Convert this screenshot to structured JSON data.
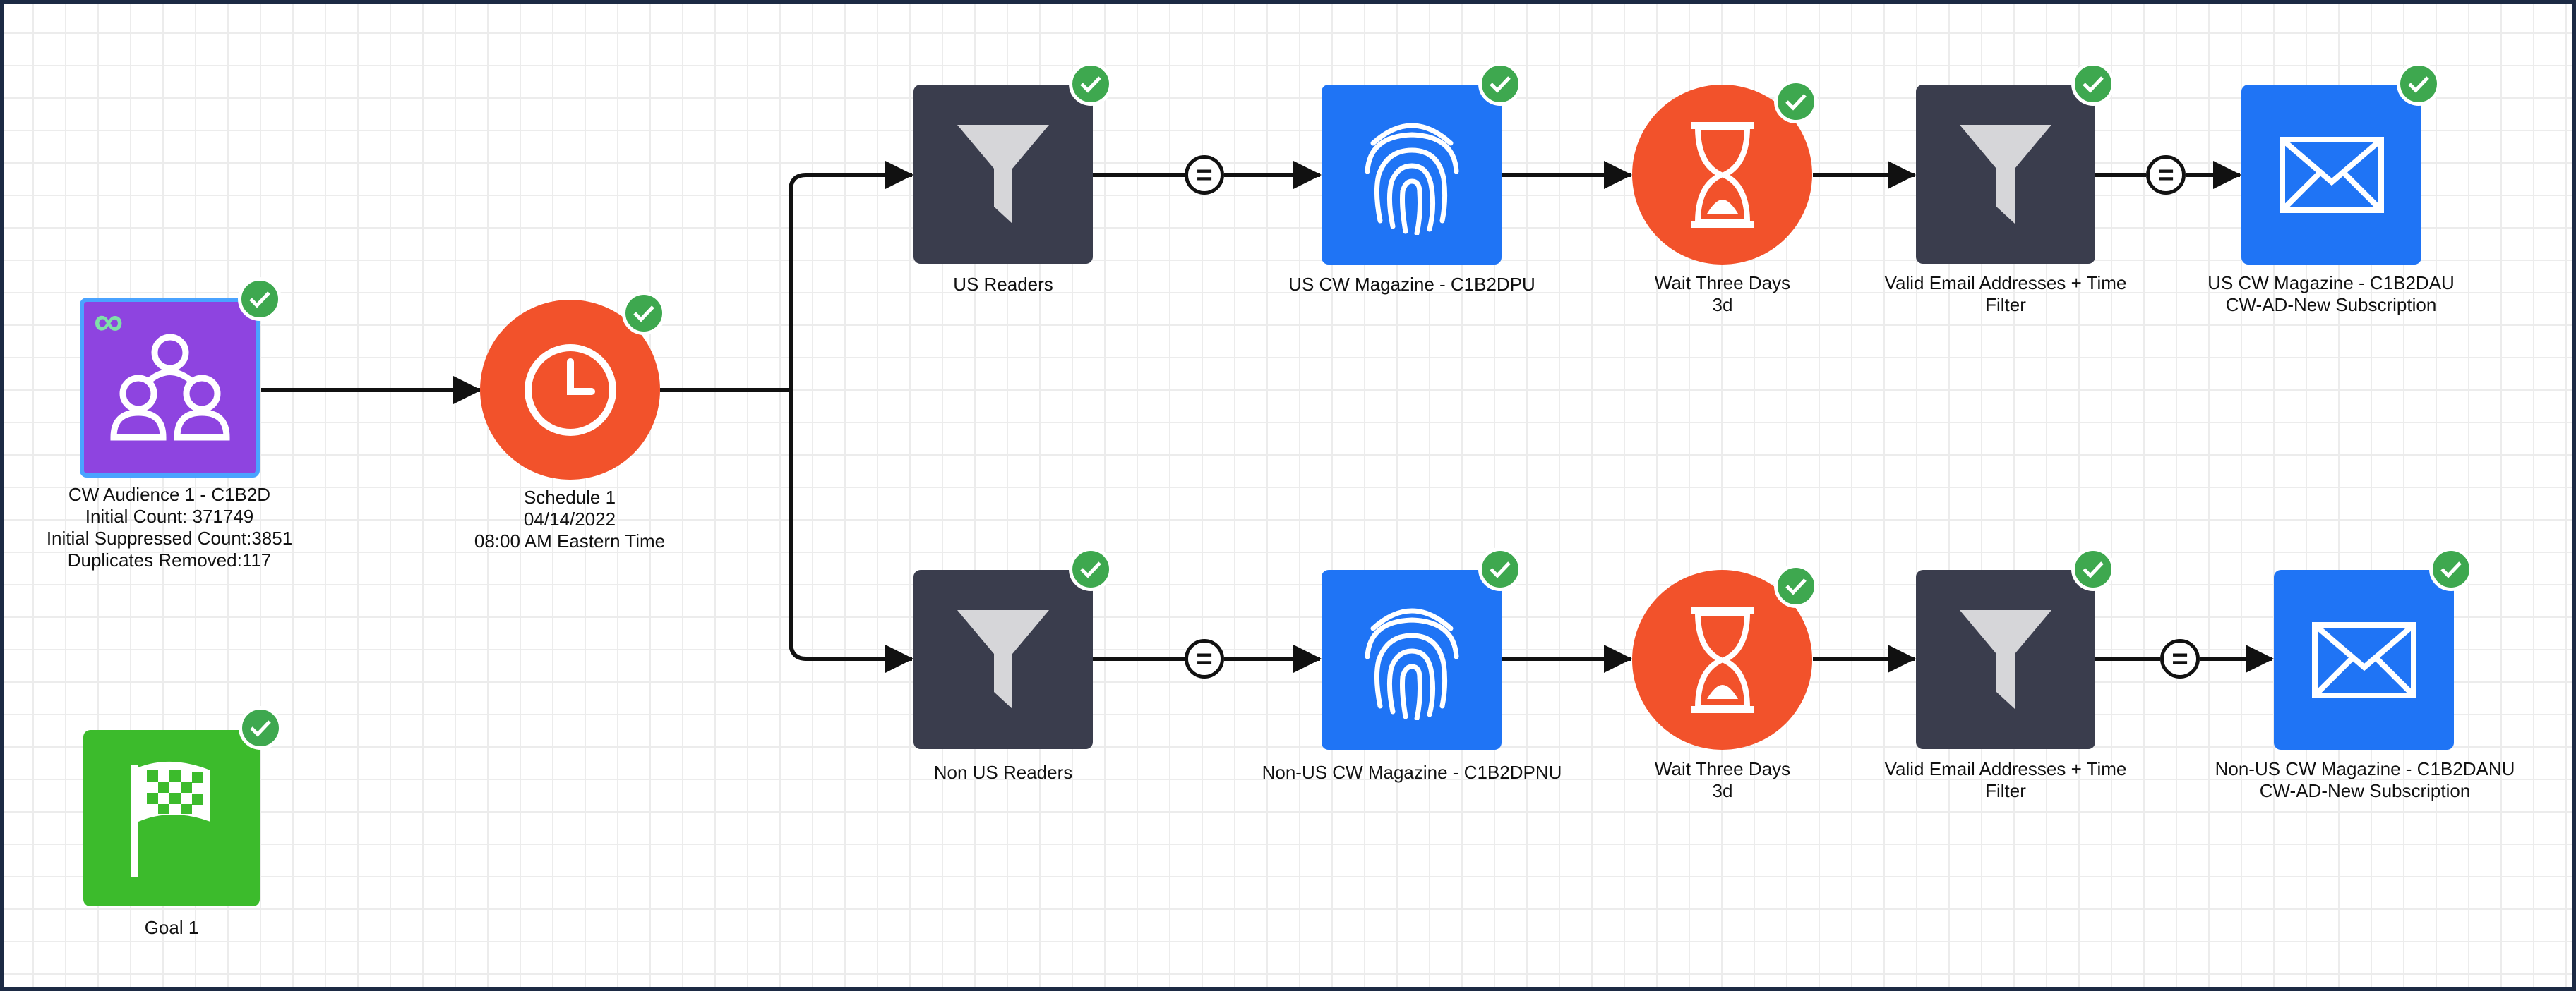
{
  "colors": {
    "filter": "#3a3d4d",
    "match": "#1f74f5",
    "wait": "#f2522b",
    "email": "#1f74f5",
    "audience": "#8e44e0",
    "audience_border": "#4aa3ff",
    "schedule": "#f2522b",
    "goal": "#3cbb2c",
    "check": "#3ea84f",
    "wire": "#111111"
  },
  "nodes": {
    "audience": {
      "icon": "audience-group-icon",
      "badge": "∞",
      "lines": [
        "CW Audience 1 - C1B2D",
        "Initial Count: 371749",
        "Initial Suppressed Count:3851",
        "Duplicates Removed:117"
      ]
    },
    "schedule": {
      "icon": "clock-icon",
      "lines": [
        "Schedule 1",
        "04/14/2022",
        "08:00 AM Eastern Time"
      ]
    },
    "goal": {
      "icon": "checkered-flag-icon",
      "lines": [
        "Goal 1"
      ]
    },
    "top": {
      "filter": {
        "icon": "funnel-icon",
        "lines": [
          "US Readers"
        ]
      },
      "match": {
        "icon": "fingerprint-icon",
        "lines": [
          "US CW Magazine - C1B2DPU"
        ]
      },
      "wait": {
        "icon": "hourglass-icon",
        "lines": [
          "Wait Three Days",
          "3d"
        ]
      },
      "filter2": {
        "icon": "funnel-icon",
        "lines": [
          "Valid Email Addresses + Time",
          "Filter"
        ]
      },
      "email": {
        "icon": "envelope-icon",
        "lines": [
          "US CW Magazine - C1B2DAU",
          "CW-AD-New Subscription"
        ]
      }
    },
    "bottom": {
      "filter": {
        "icon": "funnel-icon",
        "lines": [
          "Non US Readers"
        ]
      },
      "match": {
        "icon": "fingerprint-icon",
        "lines": [
          "Non-US CW Magazine - C1B2DPNU"
        ]
      },
      "wait": {
        "icon": "hourglass-icon",
        "lines": [
          "Wait Three Days",
          "3d"
        ]
      },
      "filter2": {
        "icon": "funnel-icon",
        "lines": [
          "Valid Email Addresses + Time",
          "Filter"
        ]
      },
      "email": {
        "icon": "envelope-icon",
        "lines": [
          "Non-US CW Magazine - C1B2DANU",
          "CW-AD-New Subscription"
        ]
      }
    }
  },
  "connector_symbol": "="
}
